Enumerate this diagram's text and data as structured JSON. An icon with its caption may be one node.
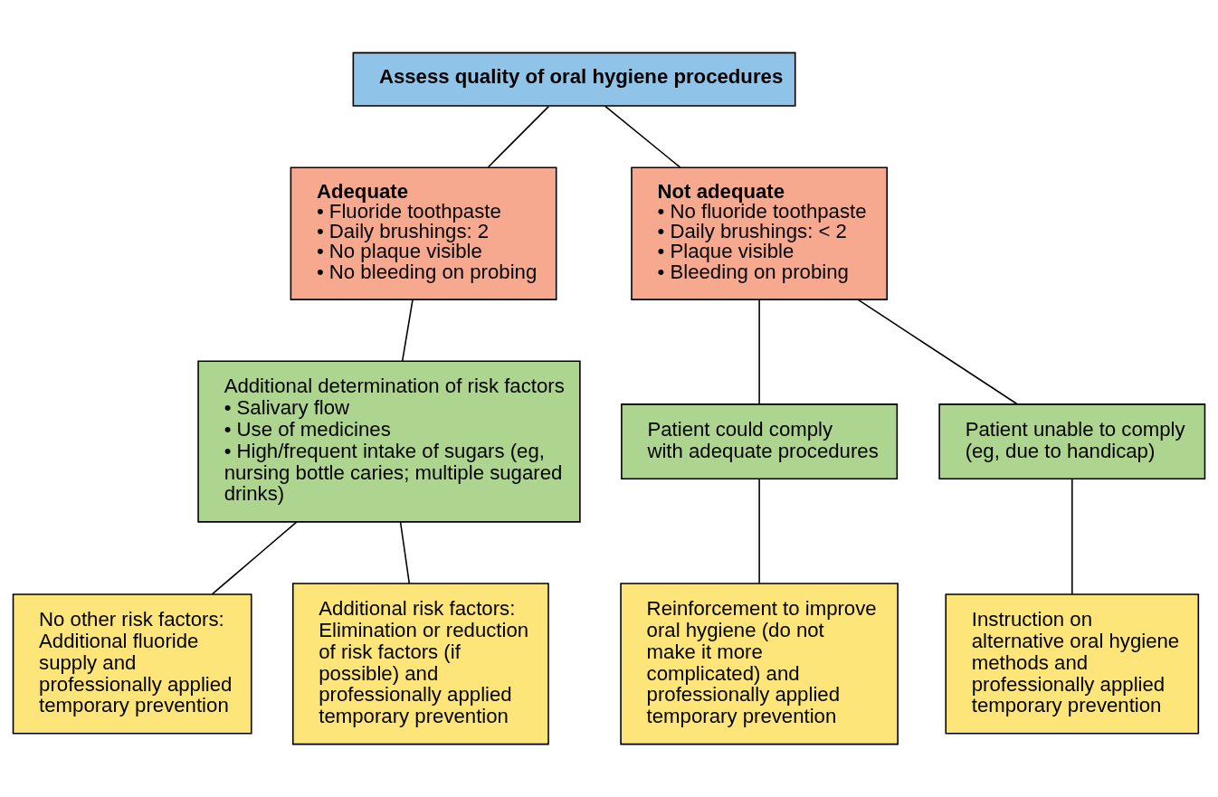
{
  "diagram": {
    "nodes": [
      {
        "text": [
          "Assess quality of oral hygiene procedures"
        ]
      },
      {
        "text": [
          "Adequate",
          "• Fluoride toothpaste",
          "• Daily brushings: 2",
          "• No plaque visible",
          "• No bleeding on probing"
        ]
      },
      {
        "text": [
          "Not adequate",
          "• No fluoride toothpaste",
          "• Daily brushings: < 2",
          "• Plaque visible",
          "• Bleeding on probing"
        ]
      },
      {
        "text": [
          "Additional determination of risk factors",
          "• Salivary flow",
          "• Use of medicines",
          "• High/frequent intake of sugars (eg, nursing bottle caries; multiple sugared drinks)"
        ]
      },
      {
        "text": [
          "Patient could comply with adequate procedures"
        ]
      },
      {
        "text": [
          "Patient unable to comply (eg, due to handicap)"
        ]
      },
      {
        "text": [
          "No other risk factors: Additional fluoride supply and professionally applied temporary prevention"
        ]
      },
      {
        "text": [
          "Additional risk factors: Elimination or reduction of risk factors (if possible) and professionally applied temporary prevention"
        ]
      },
      {
        "text": [
          "Reinforcement to improve oral hygiene (do not make it more complicated) and professionally applied temporary prevention"
        ]
      },
      {
        "text": [
          "Instruction on alternative oral hygiene methods and professionally applied temporary prevention"
        ]
      }
    ],
    "edges": [
      {
        "from": 0,
        "to": 1,
        "arrow": "none"
      },
      {
        "from": 0,
        "to": 2,
        "arrow": "none"
      },
      {
        "from": 1,
        "to": 3,
        "arrow": "none"
      },
      {
        "from": 2,
        "to": 4,
        "arrow": "none"
      },
      {
        "from": 2,
        "to": 5,
        "arrow": "none"
      },
      {
        "from": 3,
        "to": 6,
        "arrow": "none"
      },
      {
        "from": 3,
        "to": 7,
        "arrow": "none"
      },
      {
        "from": 4,
        "to": 8,
        "arrow": "none"
      },
      {
        "from": 5,
        "to": 9,
        "arrow": "none"
      }
    ]
  }
}
